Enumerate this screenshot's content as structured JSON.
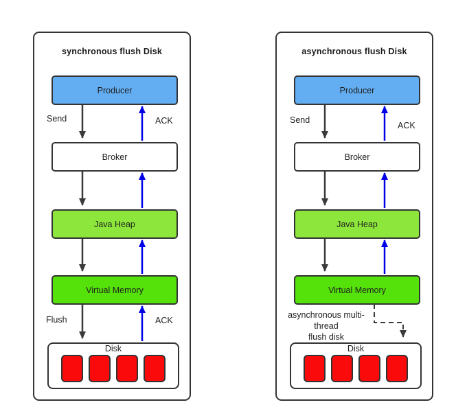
{
  "colors": {
    "producer_fill": "#63AEF2",
    "heap_fill": "#8CE63C",
    "vm_fill": "#55E10A",
    "disk_chip_fill": "#FA0A0A",
    "ack_arrow": "#0000E6",
    "flow_arrow": "#3A3A3A"
  },
  "panels": [
    {
      "title": "synchronous flush Disk",
      "nodes": {
        "producer": "Producer",
        "broker": "Broker",
        "java_heap": "Java Heap",
        "virtual_memory": "Virtual Memory",
        "disk": "Disk"
      },
      "edge_labels": {
        "send": "Send",
        "ack_top": "ACK",
        "flush": "Flush",
        "ack_bottom": "ACK"
      }
    },
    {
      "title": "asynchronous flush Disk",
      "nodes": {
        "producer": "Producer",
        "broker": "Broker",
        "java_heap": "Java Heap",
        "virtual_memory": "Virtual Memory",
        "disk": "Disk"
      },
      "edge_labels": {
        "send": "Send",
        "ack_top": "ACK"
      },
      "async_note": {
        "line1": "asynchronous multi-",
        "line2": "thread",
        "line3": "flush disk"
      }
    }
  ]
}
